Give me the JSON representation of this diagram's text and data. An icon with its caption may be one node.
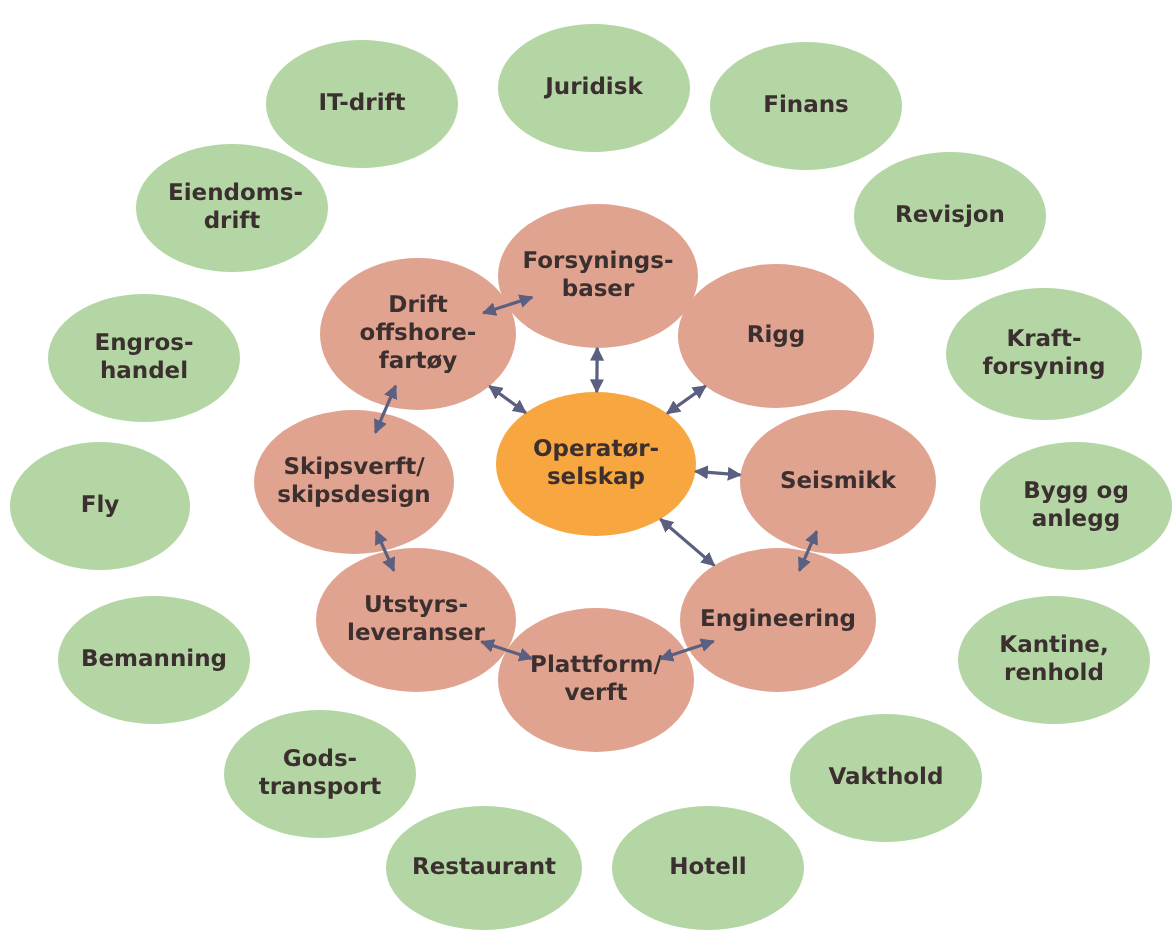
{
  "diagram": {
    "nodes": [
      {
        "text": [
          "IT-drift"
        ]
      },
      {
        "text": [
          "Juridisk"
        ]
      },
      {
        "text": [
          "Finans"
        ]
      },
      {
        "text": [
          "Eiendoms- drift"
        ]
      },
      {
        "text": [
          "Revisjon"
        ]
      },
      {
        "text": [
          "Engros- handel"
        ]
      },
      {
        "text": [
          "Kraft- forsyning"
        ]
      },
      {
        "text": [
          "Fly"
        ]
      },
      {
        "text": [
          "Bygg og anlegg"
        ]
      },
      {
        "text": [
          "Bemanning"
        ]
      },
      {
        "text": [
          "Kantine, renhold"
        ]
      },
      {
        "text": [
          "Gods- transport"
        ]
      },
      {
        "text": [
          "Vakthold"
        ]
      },
      {
        "text": [
          "Restaurant"
        ]
      },
      {
        "text": [
          "Hotell"
        ]
      },
      {
        "text": [
          "Forsynings- baser"
        ]
      },
      {
        "text": [
          "Drift offshore- fartøy"
        ]
      },
      {
        "text": [
          "Rigg"
        ]
      },
      {
        "text": [
          "Skipsverft/ skipsdesign"
        ]
      },
      {
        "text": [
          "Operatør- selskap"
        ]
      },
      {
        "text": [
          "Seismikk"
        ]
      },
      {
        "text": [
          "Utstyrs- leveranser"
        ]
      },
      {
        "text": [
          "Engineering"
        ]
      },
      {
        "text": [
          "Plattform/ verft"
        ]
      }
    ],
    "edges": [
      {
        "from": 16,
        "to": 15,
        "arrow": "both"
      },
      {
        "from": 16,
        "to": 19,
        "arrow": "both"
      },
      {
        "from": 16,
        "to": 18,
        "arrow": "both"
      },
      {
        "from": 15,
        "to": 19,
        "arrow": "both"
      },
      {
        "from": 17,
        "to": 19,
        "arrow": "both"
      },
      {
        "from": 19,
        "to": 20,
        "arrow": "both"
      },
      {
        "from": 19,
        "to": 22,
        "arrow": "both"
      },
      {
        "from": 20,
        "to": 22,
        "arrow": "both"
      },
      {
        "from": 18,
        "to": 21,
        "arrow": "both"
      },
      {
        "from": 21,
        "to": 23,
        "arrow": "both"
      },
      {
        "from": 23,
        "to": 22,
        "arrow": "both"
      }
    ]
  }
}
